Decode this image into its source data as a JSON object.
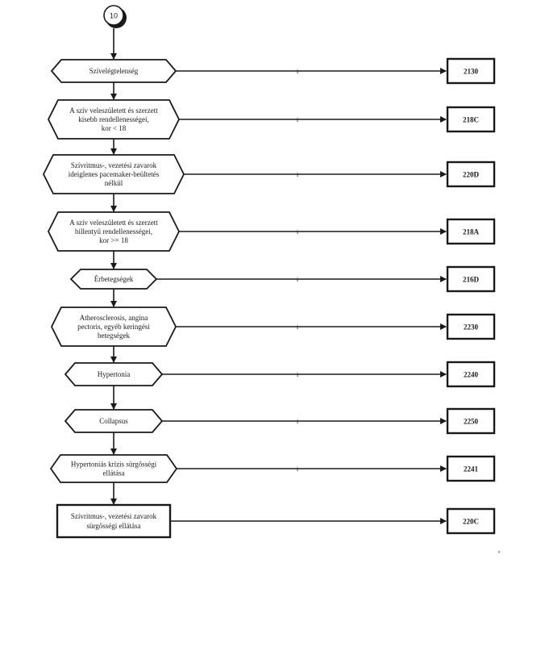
{
  "connector": {
    "label": "10"
  },
  "branch_label": "i",
  "steps": [
    {
      "lines": [
        "Szívelégtelenség"
      ],
      "code": "2130"
    },
    {
      "lines": [
        "A szív veleszületett és szerzett",
        "kisebb rendellenességei,",
        "kor < 18"
      ],
      "code": "218C"
    },
    {
      "lines": [
        "Szívritmus-, vezetési zavarok",
        "ideiglenes pacemaker-beültetés",
        "nélkül"
      ],
      "code": "220D"
    },
    {
      "lines": [
        "A szív veleszületett és szerzett",
        "billentyű rendellenességei,",
        "kor >= 18"
      ],
      "code": "218A"
    },
    {
      "lines": [
        "Érbetegségek"
      ],
      "code": "216D"
    },
    {
      "lines": [
        "Atherosclerosis, angina",
        "pectoris, egyéb keringési",
        "betegségek"
      ],
      "code": "2230"
    },
    {
      "lines": [
        "Hypertonia"
      ],
      "code": "2240"
    },
    {
      "lines": [
        "Collapsus"
      ],
      "code": "2250"
    },
    {
      "lines": [
        "Hypertoniás krízis sürgősségi",
        "ellátása"
      ],
      "code": "2241"
    }
  ],
  "final_step": {
    "lines": [
      "Szívritmus-, vezetési zavarok",
      "sürgősségi ellátása"
    ],
    "code": "220C"
  }
}
